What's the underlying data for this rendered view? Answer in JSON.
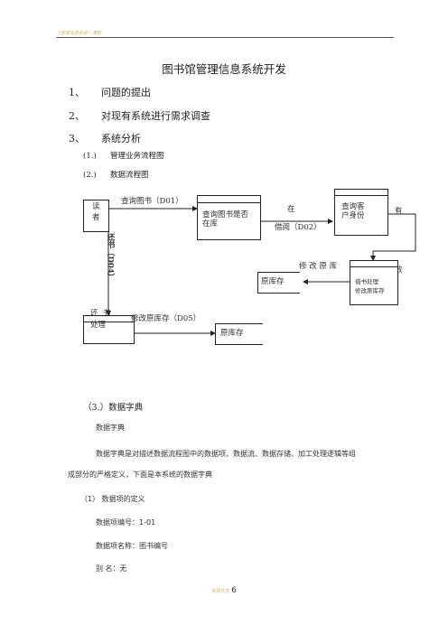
{
  "header": {
    "text": "《管理信息系统》课题"
  },
  "title": "图书馆管理信息系统开发",
  "sections": [
    {
      "num": "1、",
      "text": "问题的提出"
    },
    {
      "num": "2、",
      "text": "对现有系统进行需求调查"
    },
    {
      "num": "3、",
      "text": "系统分析"
    }
  ],
  "subsections": [
    {
      "num": "(1.)",
      "text": "管理业务流程图"
    },
    {
      "num": "(2.)",
      "text": "数据流程图"
    }
  ],
  "diagram": {
    "reader": "读\n者",
    "query_book_label": "查询图书（D01）",
    "check_stock": "查询图书是否\n在库",
    "in_label": "在",
    "borrow_label": "借阅（D02）",
    "query_customer": "查询客\n户身份",
    "valid_1": "有",
    "valid_2": "效",
    "modify_stock_label": "修 改 原 库",
    "orig_stock_1": "原库存",
    "borrow_proc": "借书处理\n修改原库存",
    "return_label": "还书（D04）",
    "return_proc": "还  书\n处理",
    "modify_orig_label": "修改原库存（D05）",
    "orig_stock_2": "原库存"
  },
  "subsection3": "（3.）数据字典",
  "dict": {
    "heading": "数据字典",
    "para_1": "数据字典是对描述数据流程图中的数据项、数据流、数据存储、加工处理逻辑等组",
    "para_2": "成部分的严格定义，下面是本系统的数据字典",
    "item_def": "（1）  数据项的定义",
    "item_no": "数据项编号：1-01",
    "item_name": "数据项名称：图书编号",
    "alias_label": "别      名：无"
  },
  "footer": {
    "text": "资源共享",
    "page": "6"
  }
}
